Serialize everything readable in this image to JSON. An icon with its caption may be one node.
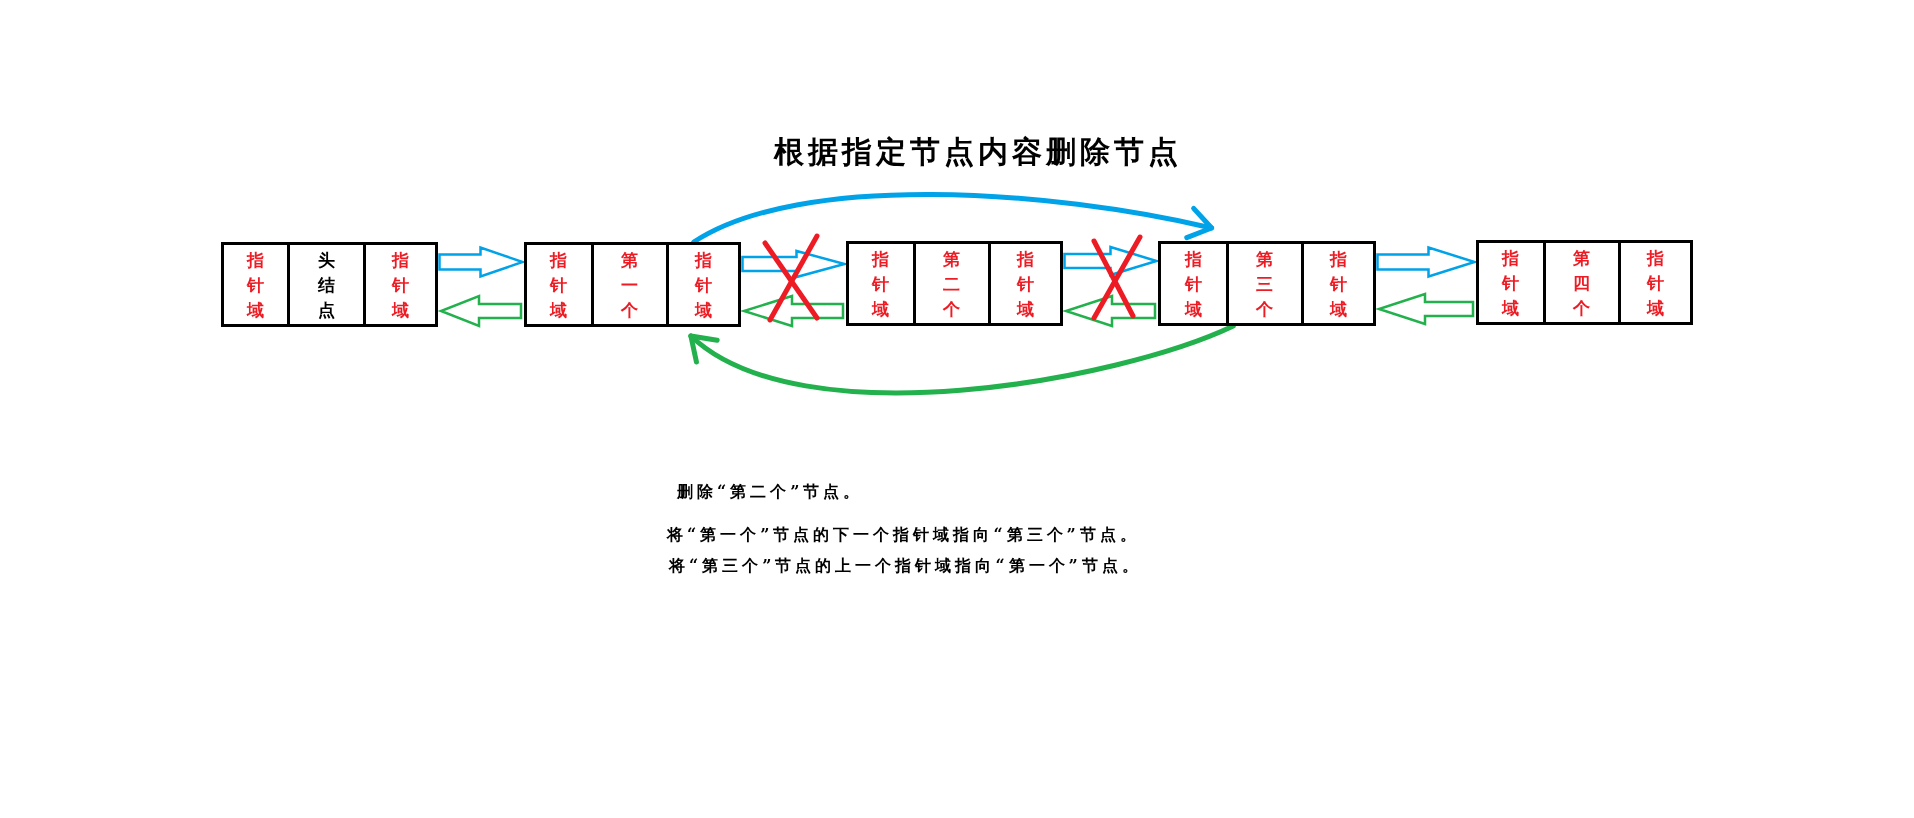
{
  "diagram": {
    "title": "根据指定节点内容删除节点",
    "nodes": [
      {
        "text": [],
        "shape": "box"
      },
      {
        "text": [
          "指针域"
        ],
        "in": 0
      },
      {
        "text": [
          "头结点"
        ],
        "in": 0
      },
      {
        "text": [
          "指针域"
        ],
        "in": 0
      },
      {
        "text": [],
        "shape": "box"
      },
      {
        "text": [
          "指针域"
        ],
        "in": 4
      },
      {
        "text": [
          "第一个"
        ],
        "in": 4
      },
      {
        "text": [
          "指针域"
        ],
        "in": 4
      },
      {
        "text": [],
        "shape": "box"
      },
      {
        "text": [
          "指针域"
        ],
        "in": 8
      },
      {
        "text": [
          "第二个"
        ],
        "in": 8
      },
      {
        "text": [
          "指针域"
        ],
        "in": 8
      },
      {
        "text": [],
        "shape": "box"
      },
      {
        "text": [
          "指针域"
        ],
        "in": 12
      },
      {
        "text": [
          "第三个"
        ],
        "in": 12
      },
      {
        "text": [
          "指针域"
        ],
        "in": 12
      },
      {
        "text": [],
        "shape": "box"
      },
      {
        "text": [
          "指针域"
        ],
        "in": 16
      },
      {
        "text": [
          "第四个"
        ],
        "in": 16
      },
      {
        "text": [
          "指针域"
        ],
        "in": 16
      }
    ],
    "edges": [
      {
        "from": 3,
        "to": 5,
        "arrow": "to",
        "color": "#00a2e8"
      },
      {
        "from": 5,
        "to": 3,
        "arrow": "to",
        "color": "#22b14c"
      },
      {
        "from": 7,
        "to": 9,
        "arrow": "to",
        "color": "#00a2e8"
      },
      {
        "from": 9,
        "to": 7,
        "arrow": "to",
        "color": "#22b14c"
      },
      {
        "from": 11,
        "to": 13,
        "arrow": "to",
        "color": "#00a2e8"
      },
      {
        "from": 13,
        "to": 11,
        "arrow": "to",
        "color": "#22b14c"
      },
      {
        "from": 15,
        "to": 17,
        "arrow": "to",
        "color": "#00a2e8"
      },
      {
        "from": 17,
        "to": 15,
        "arrow": "to",
        "color": "#22b14c"
      },
      {
        "from": 7,
        "to": 13,
        "arrow": "to",
        "color": "#00a2e8"
      },
      {
        "from": 14,
        "to": 7,
        "arrow": "to",
        "color": "#22b14c"
      }
    ],
    "labels": [
      "删除“第二个”节点。",
      "将“第一个”节点的下一个指针域指向“第三个”节点。",
      "将“第三个”节点的上一个指针域指向“第一个”节点。"
    ]
  }
}
